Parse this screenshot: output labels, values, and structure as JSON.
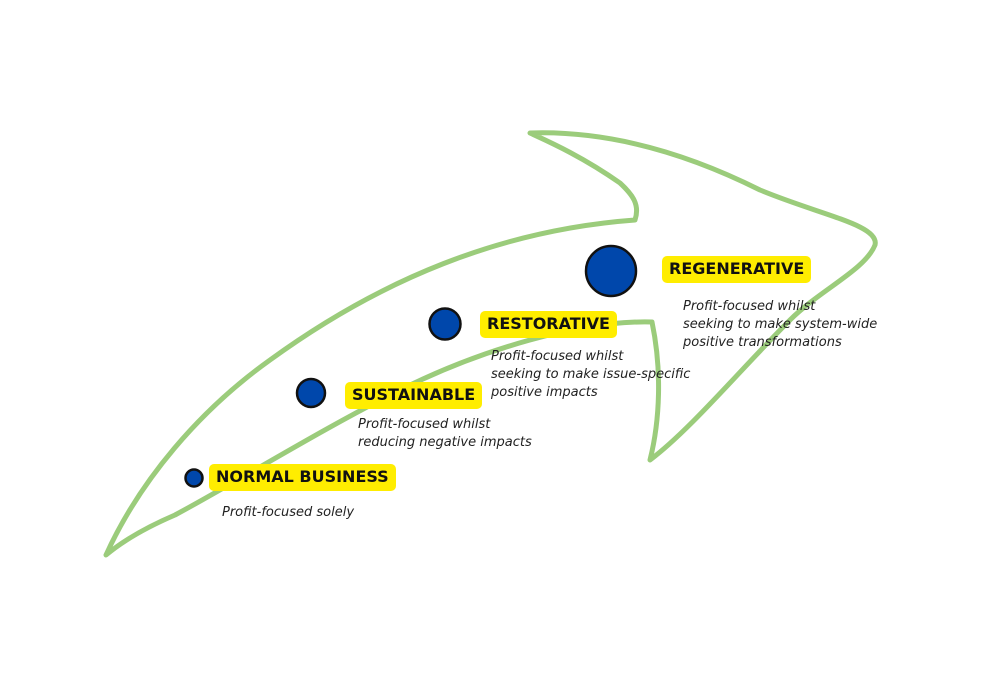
{
  "colors": {
    "arrow_stroke": "#9bcc7b",
    "dot_fill": "#0047ab",
    "dot_stroke": "#111111",
    "label_background": "#ffed00"
  },
  "stages": [
    {
      "label": "NORMAL BUSINESS",
      "description": "Profit-focused solely"
    },
    {
      "label": "SUSTAINABLE",
      "description": "Profit-focused whilst\nreducing negative impacts"
    },
    {
      "label": "RESTORATIVE",
      "description": "Profit-focused whilst\nseeking to make issue-specific\npositive impacts"
    },
    {
      "label": "REGENERATIVE",
      "description": "Profit-focused whilst\nseeking to make system-wide\npositive transformations"
    }
  ]
}
